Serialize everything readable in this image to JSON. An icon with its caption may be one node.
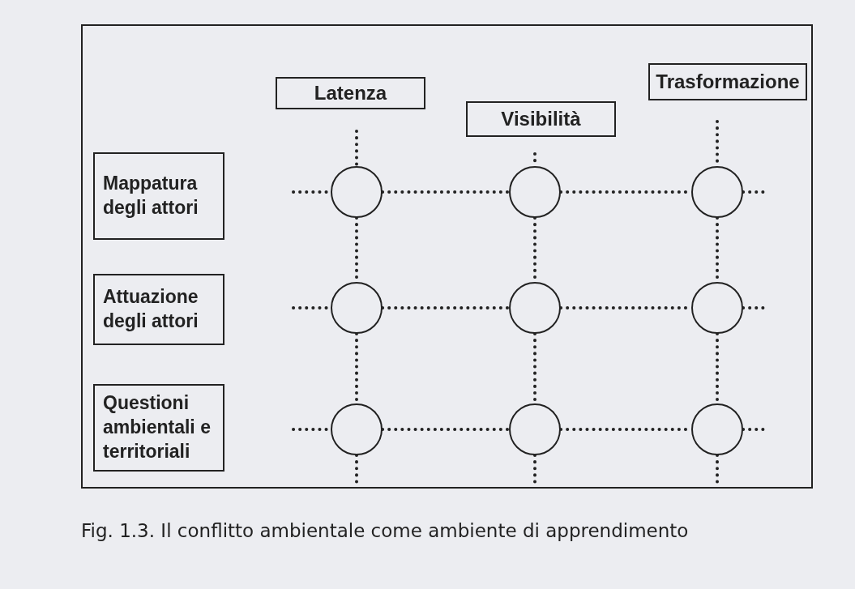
{
  "diagram": {
    "caption": "Fig. 1.3. Il conflitto ambientale come ambiente di apprendimento",
    "nodes": [
      {
        "text": [
          "Latenza"
        ]
      },
      {
        "text": [
          "Trasformazione"
        ]
      },
      {
        "text": [
          "Visibilità"
        ]
      },
      {
        "text": [
          "Mappatura degli attori"
        ]
      },
      {
        "text": [
          "Attuazione degli attori"
        ]
      },
      {
        "text": [
          "Questioni ambientali e territoriali"
        ]
      },
      {
        "text": [],
        "shape": "circle"
      },
      {
        "text": [],
        "shape": "circle"
      },
      {
        "text": [],
        "shape": "circle"
      },
      {
        "text": [],
        "shape": "circle"
      },
      {
        "text": [],
        "shape": "circle"
      },
      {
        "text": [],
        "shape": "circle"
      },
      {
        "text": [],
        "shape": "circle"
      },
      {
        "text": [],
        "shape": "circle"
      },
      {
        "text": [],
        "shape": "circle"
      }
    ],
    "edges": [
      {
        "from": null,
        "to": 6,
        "arrow": "none"
      },
      {
        "from": 6,
        "to": 7,
        "arrow": "none"
      },
      {
        "from": 7,
        "to": 8,
        "arrow": "none"
      },
      {
        "from": 8,
        "to": null,
        "arrow": "none"
      },
      {
        "from": null,
        "to": 9,
        "arrow": "none"
      },
      {
        "from": 9,
        "to": 10,
        "arrow": "none"
      },
      {
        "from": 10,
        "to": 11,
        "arrow": "none"
      },
      {
        "from": 11,
        "to": null,
        "arrow": "none"
      },
      {
        "from": null,
        "to": 12,
        "arrow": "none"
      },
      {
        "from": 12,
        "to": 13,
        "arrow": "none"
      },
      {
        "from": 13,
        "to": 14,
        "arrow": "none"
      },
      {
        "from": 14,
        "to": null,
        "arrow": "none"
      },
      {
        "from": null,
        "to": 6,
        "arrow": "none"
      },
      {
        "from": 6,
        "to": 9,
        "arrow": "none"
      },
      {
        "from": 9,
        "to": 12,
        "arrow": "none"
      },
      {
        "from": 12,
        "to": null,
        "arrow": "none"
      },
      {
        "from": null,
        "to": 7,
        "arrow": "none"
      },
      {
        "from": 7,
        "to": 10,
        "arrow": "none"
      },
      {
        "from": 10,
        "to": 13,
        "arrow": "none"
      },
      {
        "from": 13,
        "to": null,
        "arrow": "none"
      },
      {
        "from": null,
        "to": 8,
        "arrow": "none"
      },
      {
        "from": 8,
        "to": 11,
        "arrow": "none"
      },
      {
        "from": 11,
        "to": 14,
        "arrow": "none"
      },
      {
        "from": 14,
        "to": null,
        "arrow": "none"
      }
    ]
  }
}
